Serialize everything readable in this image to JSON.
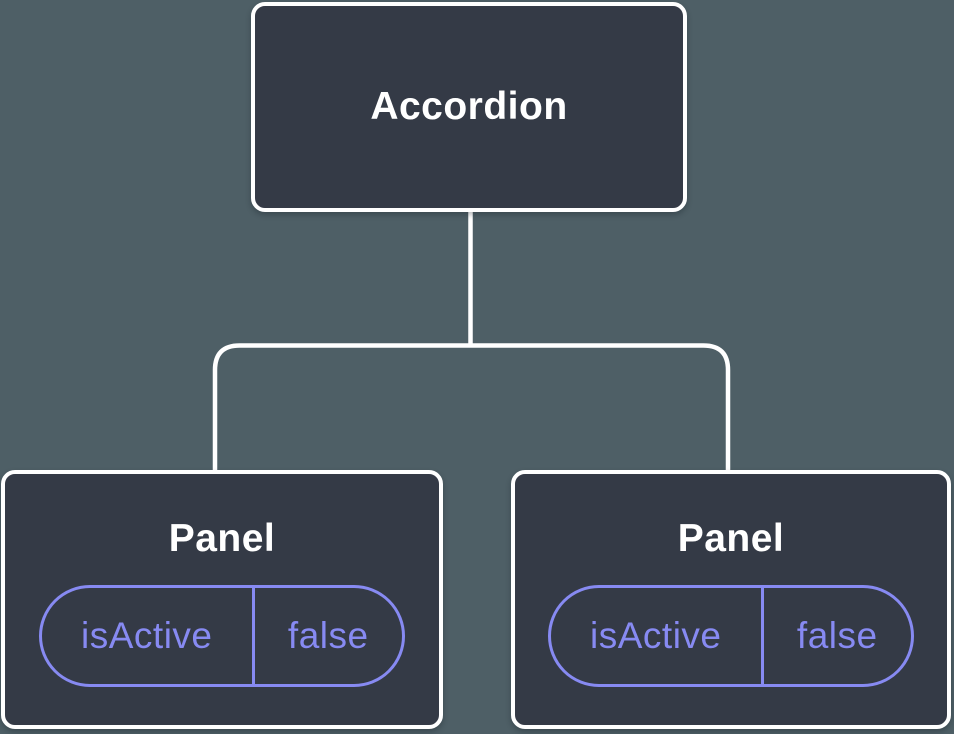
{
  "tree": {
    "root": {
      "label": "Accordion"
    },
    "children": [
      {
        "label": "Panel",
        "state": {
          "name": "isActive",
          "value": "false"
        }
      },
      {
        "label": "Panel",
        "state": {
          "name": "isActive",
          "value": "false"
        }
      }
    ]
  },
  "colors": {
    "background": "#4e5f66",
    "node_fill": "#343a46",
    "node_border": "#ffffff",
    "connector_line": "#ffffff",
    "accent_purple": "#878af2",
    "title_text": "#ffffff"
  }
}
